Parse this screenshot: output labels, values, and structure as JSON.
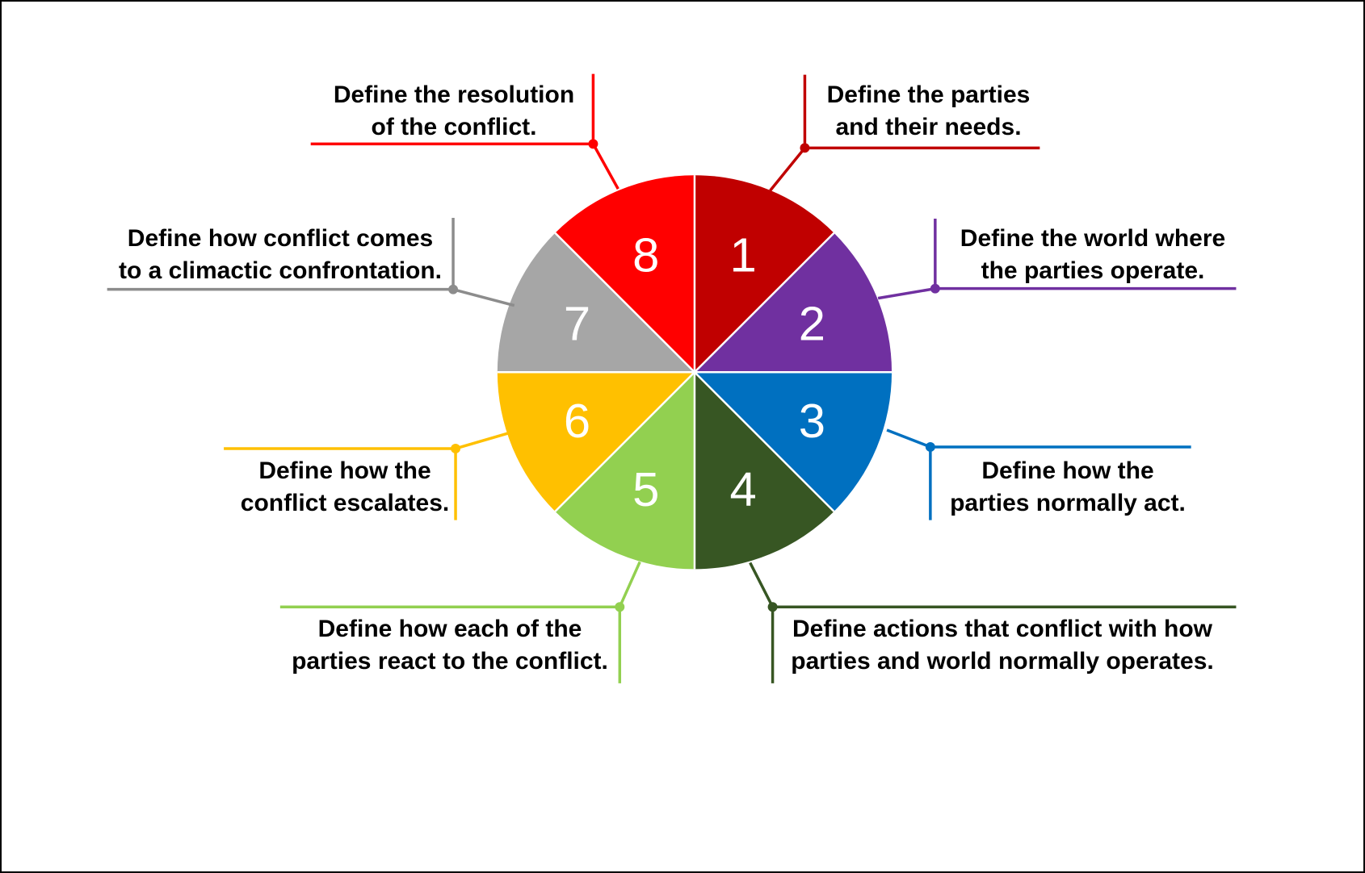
{
  "diagram": {
    "description": "Eight-step conflict pie diagram",
    "segments": [
      {
        "number": "1",
        "wedge_color": "#C00000",
        "line_color": "#C00000",
        "label": "Define the parties\nand their needs."
      },
      {
        "number": "2",
        "wedge_color": "#7030A0",
        "line_color": "#7030A0",
        "label": "Define the world where\nthe parties operate."
      },
      {
        "number": "3",
        "wedge_color": "#0070C0",
        "line_color": "#0070C0",
        "label": "Define how the\nparties normally act."
      },
      {
        "number": "4",
        "wedge_color": "#375623",
        "line_color": "#375623",
        "label": "Define actions that conflict with how\nparties and world normally operates."
      },
      {
        "number": "5",
        "wedge_color": "#92D050",
        "line_color": "#92D050",
        "label": "Define how each of the\nparties react to the conflict."
      },
      {
        "number": "6",
        "wedge_color": "#FFC000",
        "line_color": "#FFC000",
        "label": "Define how the\nconflict escalates."
      },
      {
        "number": "7",
        "wedge_color": "#A6A6A6",
        "line_color": "#8C8C8C",
        "label": "Define how conflict comes\nto a climactic confrontation."
      },
      {
        "number": "8",
        "wedge_color": "#FF0000",
        "line_color": "#FF0000",
        "label": "Define the resolution\nof the conflict."
      }
    ],
    "number_text_color": "#FFFFFF"
  }
}
